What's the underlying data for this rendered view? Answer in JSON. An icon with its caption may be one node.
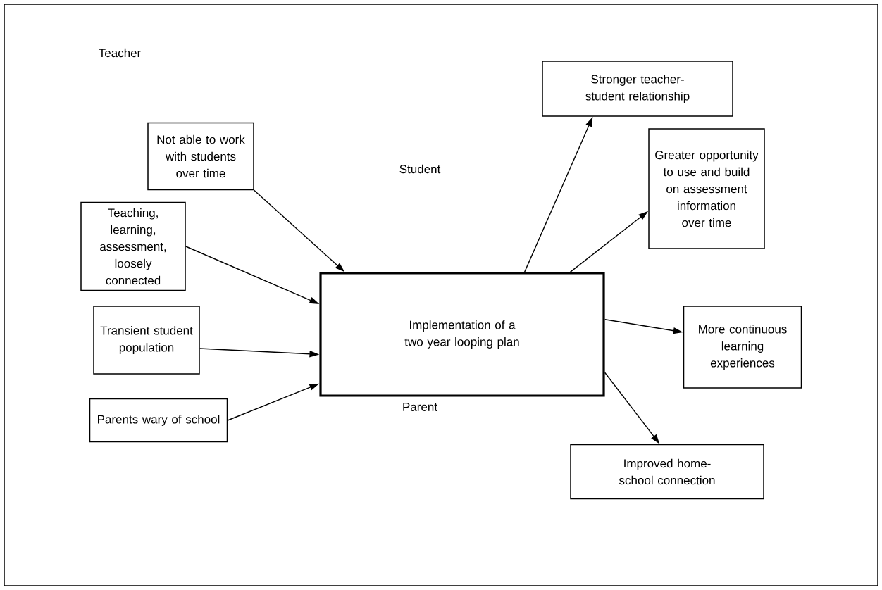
{
  "diagram": {
    "nodes": [
      {
        "text": [
          "Not able to work with students over time"
        ]
      },
      {
        "text": [
          "Teaching, learning, assessment, loosely connected"
        ]
      },
      {
        "text": [
          "Transient student population"
        ]
      },
      {
        "text": [
          "Parents wary of school"
        ]
      },
      {
        "text": [
          "Implementation of a two year looping plan"
        ]
      },
      {
        "text": [
          "Stronger teacher-student relationship"
        ]
      },
      {
        "text": [
          "Greater opportunity to use and build on assessment information over time"
        ]
      },
      {
        "text": [
          "More continuous learning experiences"
        ]
      },
      {
        "text": [
          "Improved home-school connection"
        ]
      }
    ],
    "edges": [
      {
        "from": 0,
        "to": 4,
        "arrow": "to"
      },
      {
        "from": 1,
        "to": 4,
        "arrow": "to"
      },
      {
        "from": 2,
        "to": 4,
        "arrow": "to"
      },
      {
        "from": 3,
        "to": 4,
        "arrow": "to"
      },
      {
        "from": 4,
        "to": 5,
        "arrow": "to"
      },
      {
        "from": 4,
        "to": 6,
        "arrow": "to"
      },
      {
        "from": 4,
        "to": 7,
        "arrow": "to"
      },
      {
        "from": 4,
        "to": 8,
        "arrow": "to"
      }
    ],
    "labels": [
      "Teacher",
      "Student",
      "Parent"
    ]
  }
}
